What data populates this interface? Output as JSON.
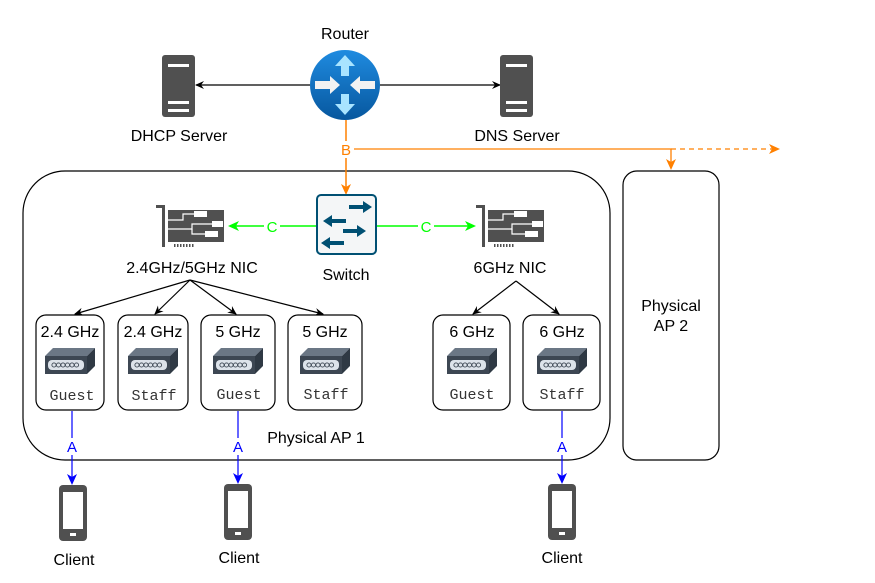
{
  "nodes": {
    "router": {
      "label": "Router"
    },
    "dhcp_server": {
      "label": "DHCP Server"
    },
    "dns_server": {
      "label": "DNS Server"
    },
    "switch": {
      "label": "Switch"
    },
    "nic_24_5": {
      "label": "2.4GHz/5GHz NIC"
    },
    "nic_6": {
      "label": "6GHz NIC"
    },
    "physical_ap_1": {
      "label": "Physical AP 1"
    },
    "physical_ap_2": {
      "label_line1": "Physical",
      "label_line2": "AP 2"
    }
  },
  "virtual_aps": [
    {
      "band": "2.4 GHz",
      "ssid": "Guest"
    },
    {
      "band": "2.4 GHz",
      "ssid": "Staff"
    },
    {
      "band": "5 GHz",
      "ssid": "Guest"
    },
    {
      "band": "5 GHz",
      "ssid": "Staff"
    },
    {
      "band": "6 GHz",
      "ssid": "Guest"
    },
    {
      "band": "6 GHz",
      "ssid": "Staff"
    }
  ],
  "clients": [
    {
      "label": "Client"
    },
    {
      "label": "Client"
    },
    {
      "label": "Client"
    }
  ],
  "edge_labels": {
    "router_to_switch": "B",
    "switch_to_nic_left": "C",
    "switch_to_nic_right": "C",
    "vap_to_client_1": "A",
    "vap_to_client_2": "A",
    "vap_to_client_3": "A"
  },
  "colors": {
    "edge_b": "#FF8000",
    "edge_c": "#00FF00",
    "edge_a": "#0000FF",
    "router_blue": "#0A6FC2",
    "switch_teal": "#005073",
    "device_gray": "#505050"
  }
}
